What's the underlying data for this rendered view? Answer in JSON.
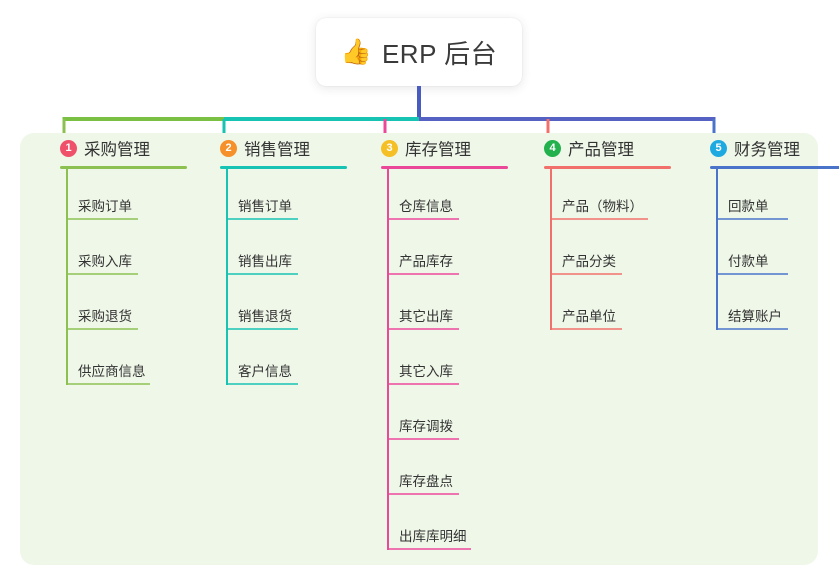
{
  "root": {
    "icon": "thumbs-up-icon",
    "emoji": "👍",
    "title": "ERP 后台"
  },
  "colors": {
    "panel_bg": "#eff7e9",
    "root_trunk": "#4a5bc0",
    "bar_left": "#7ac143",
    "bar_mid": "#17c3b2",
    "bar_right": "#5661c4",
    "column1": "#8cc152",
    "column2": "#17c3b2",
    "column3": "#ec4899",
    "column4": "#f2706b",
    "column5": "#4a74c9",
    "badge1": "#f0516a",
    "badge2": "#f5902a",
    "badge3": "#f5c026",
    "badge4": "#22b14c",
    "badge5": "#1eaae0"
  },
  "columns": [
    {
      "index": "1",
      "badge": "1",
      "title": "采购管理",
      "accent": "#8cc152",
      "badge_color": "#f0516a",
      "leaves": [
        "采购订单",
        "采购入库",
        "采购退货",
        "供应商信息"
      ]
    },
    {
      "index": "2",
      "badge": "2",
      "title": "销售管理",
      "accent": "#17c3b2",
      "badge_color": "#f5902a",
      "leaves": [
        "销售订单",
        "销售出库",
        "销售退货",
        "客户信息"
      ]
    },
    {
      "index": "3",
      "badge": "3",
      "title": "库存管理",
      "accent": "#ec4899",
      "badge_color": "#f5c026",
      "leaves": [
        "仓库信息",
        "产品库存",
        "其它出库",
        "其它入库",
        "库存调拨",
        "库存盘点",
        "出库库明细"
      ]
    },
    {
      "index": "4",
      "badge": "4",
      "title": "产品管理",
      "accent": "#f2706b",
      "badge_color": "#22b14c",
      "leaves": [
        "产品（物料）",
        "产品分类",
        "产品单位"
      ]
    },
    {
      "index": "5",
      "badge": "5",
      "title": "财务管理",
      "accent": "#4a74c9",
      "badge_color": "#1eaae0",
      "leaves": [
        "回款单",
        "付款单",
        "结算账户"
      ]
    }
  ]
}
